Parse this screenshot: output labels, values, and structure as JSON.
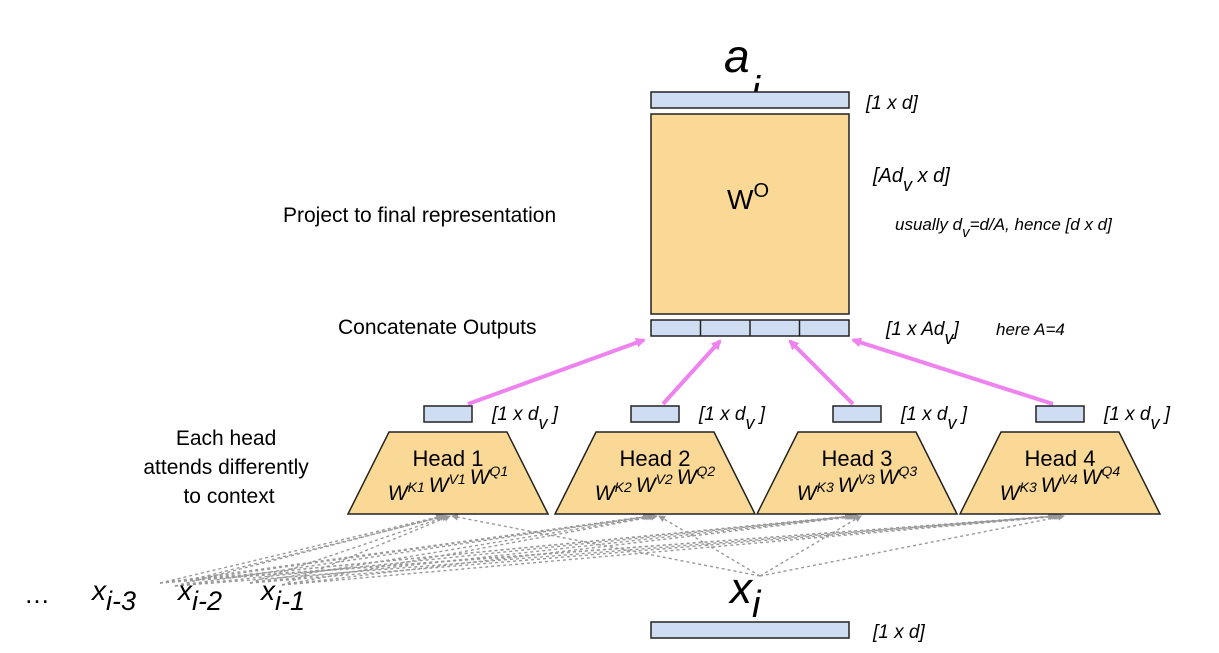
{
  "output": {
    "symbol": "a",
    "subscript": "i",
    "dim": "[1 x d]"
  },
  "projection": {
    "matrix_base": "W",
    "matrix_sup": "O",
    "label": "Project to final representation",
    "dim_prefix": "[Ad",
    "dim_sub": "v",
    "dim_suffix": " x d]",
    "note_prefix": "usually d",
    "note_sub": "v",
    "note_suffix": "=d/A, hence [d x d]"
  },
  "concat": {
    "label": "Concatenate Outputs",
    "dim_prefix": "[1 x Ad",
    "dim_sub": "v",
    "dim_suffix": "]",
    "note": "here A=4"
  },
  "heads_caption": [
    "Each head",
    "attends differently",
    "to context"
  ],
  "head_output_dim": {
    "prefix": "[1 x d",
    "sub": "v",
    "suffix": " ]"
  },
  "heads": [
    {
      "label": "Head 1",
      "k": "K1",
      "v": "V1",
      "q": "Q1"
    },
    {
      "label": "Head 2",
      "k": "K2",
      "v": "V2",
      "q": "Q2"
    },
    {
      "label": "Head 3",
      "k": "K3",
      "v": "V3",
      "q": "Q3"
    },
    {
      "label": "Head 4",
      "k": "K3",
      "v": "V4",
      "q": "Q4"
    }
  ],
  "weight_symbol": "W",
  "inputs": {
    "ellipsis": "…",
    "context": [
      {
        "base": "x",
        "sub": "i-3"
      },
      {
        "base": "x",
        "sub": "i-2"
      },
      {
        "base": "x",
        "sub": "i-1"
      }
    ],
    "current": {
      "base": "x",
      "sub": "i"
    },
    "current_dim": "[1 x d]"
  },
  "colors": {
    "vector_fill": "#cfddf2",
    "matrix_fill": "#fad996",
    "arrow": "#ee82ee",
    "dotted": "#999999",
    "stroke": "#222222"
  }
}
